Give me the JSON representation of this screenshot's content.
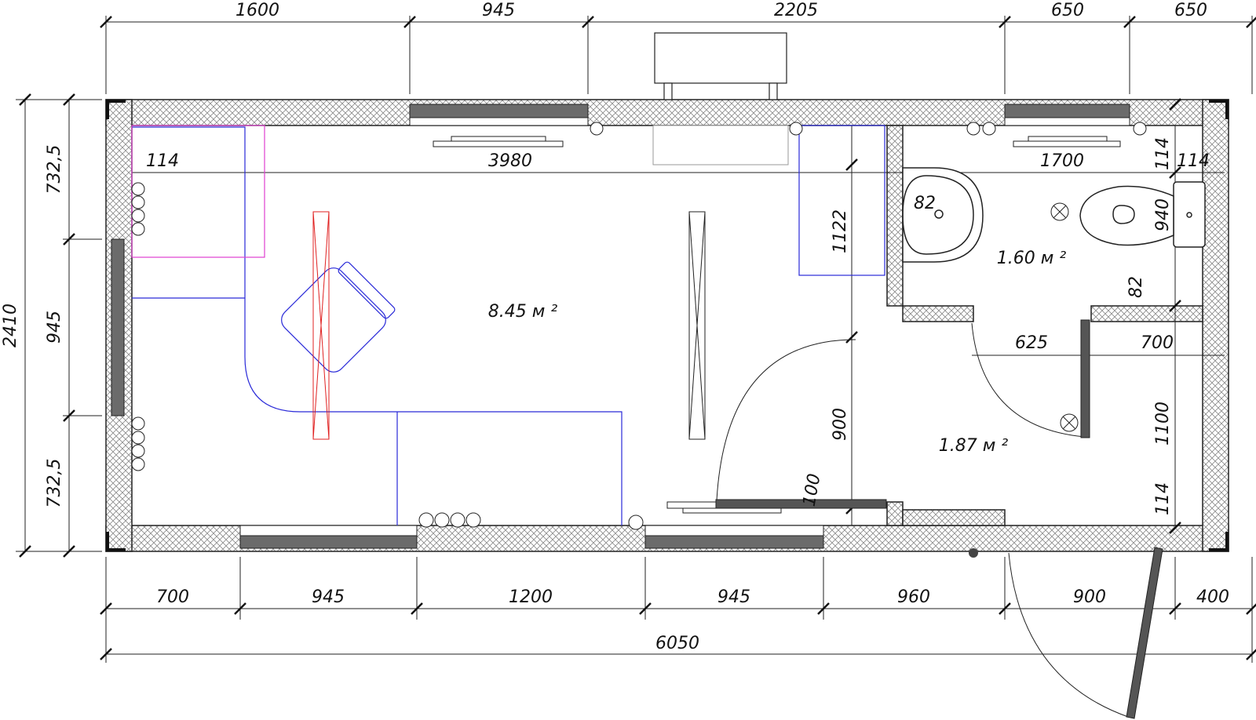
{
  "top_dims": [
    "1600",
    "945",
    "2205",
    "650",
    "650"
  ],
  "bottom_dims": [
    "700",
    "945",
    "1200",
    "945",
    "960",
    "900",
    "400"
  ],
  "total_width": "6050",
  "left_dims": [
    "732,5",
    "945",
    "732,5"
  ],
  "total_height": "2410",
  "inner_dims": {
    "d114_left": "114",
    "d3980": "3980",
    "d1700": "1700",
    "d114_a": "114",
    "d114_b": "114",
    "d82_sink": "82",
    "d940": "940",
    "d1122": "1122",
    "d82_right": "82",
    "d625": "625",
    "d700": "700",
    "d900_door": "900",
    "d1100": "1100",
    "d100": "100",
    "d114_c": "114"
  },
  "areas": {
    "main_room": "8.45 м ²",
    "bathroom": "1.60 м ²",
    "hall": "1.87 м ²"
  }
}
